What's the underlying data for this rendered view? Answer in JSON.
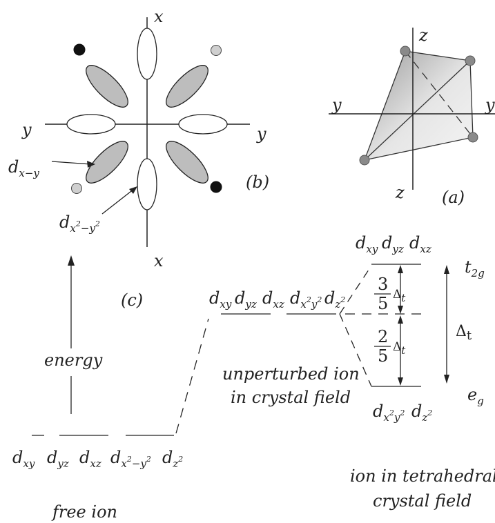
{
  "panel_b": {
    "axis_x_top": "x",
    "axis_x_bottom": "x",
    "axis_y_left": "y",
    "axis_y_right": "y",
    "panel_label": "(b)",
    "label_dxy": {
      "base": "d",
      "sub": "x−y"
    },
    "label_dx2y2": {
      "base": "d",
      "sub": "x",
      "sup1": "2",
      "mid": "−y",
      "sup2": "2"
    },
    "colors": {
      "lobe_fill": "#bdbdbd",
      "ion_dark": "#111111",
      "ion_light": "#cfcfcf"
    }
  },
  "panel_a": {
    "axis_z_top": "z",
    "axis_z_bottom": "z",
    "axis_y_left": "y",
    "axis_y_right": "y",
    "panel_label": "(a)",
    "colors": {
      "tetra_fill": "#d0d0d0",
      "ligand": "#8a8a8a"
    }
  },
  "panel_c": {
    "panel_label": "(c)",
    "energy_label": "energy",
    "free_ion_caption": "free ion",
    "free_ion_orbitals": [
      {
        "base": "d",
        "sub": "xy"
      },
      {
        "base": "d",
        "sub": "yz"
      },
      {
        "base": "d",
        "sub": "xz"
      },
      {
        "base": "d",
        "sub": "x",
        "sup": "2",
        "sub2": "−y",
        "sup2": "2"
      },
      {
        "base": "d",
        "sub": "z",
        "sup": "2"
      }
    ],
    "unperturbed_orbitals_top": [
      {
        "base": "d",
        "sub": "xy"
      },
      {
        "base": "d",
        "sub": "yz"
      },
      {
        "base": "d",
        "sub": "xz"
      },
      {
        "base": "d",
        "sub": "x",
        "sup": "2",
        "sub2": "y",
        "sup2": "2"
      },
      {
        "base": "d",
        "sub": "z",
        "sup": "2"
      }
    ],
    "unperturbed_caption_line1": "unperturbed ion",
    "unperturbed_caption_line2": "in crystal field",
    "t2g_orbitals": [
      {
        "base": "d",
        "sub": "xy"
      },
      {
        "base": "d",
        "sub": "yz"
      },
      {
        "base": "d",
        "sub": "xz"
      }
    ],
    "eg_orbitals": [
      {
        "base": "d",
        "sub": "x",
        "sup": "2",
        "sub2": "y",
        "sup2": "2"
      },
      {
        "base": "d",
        "sub": "z",
        "sup": "2"
      }
    ],
    "t2g_label": {
      "base": "t",
      "sub": "2g"
    },
    "eg_label": {
      "base": "e",
      "sub": "g"
    },
    "upper_fraction": {
      "num": "3",
      "den": "5",
      "delta": "Δ",
      "sub": "t"
    },
    "lower_fraction": {
      "num": "2",
      "den": "5",
      "delta": "Δ",
      "sub": "t"
    },
    "total_splitting": {
      "delta": "Δ",
      "sub": "t"
    },
    "tetra_caption_line1": "ion in tetrahedral",
    "tetra_caption_line2": "crystal field"
  }
}
